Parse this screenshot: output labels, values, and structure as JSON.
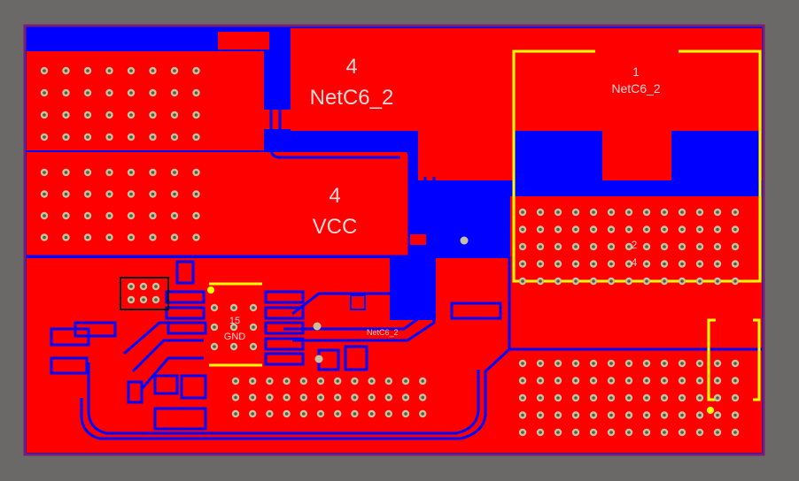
{
  "board": {
    "colors": {
      "background": "#6b6868",
      "outline": "#7a1f6e",
      "top_copper": "#ff0000",
      "bottom_copper": "#0000ff",
      "silkscreen": "#ffff00",
      "via_ring": "#c8c0a0",
      "label_text": "#f4d7d7"
    }
  },
  "labels": {
    "zone_netc6_top_num": "4",
    "zone_netc6_top_name": "NetC6_2",
    "zone_vcc_num": "4",
    "zone_vcc_name": "VCC",
    "zone_netc6_right_num": "1",
    "zone_netc6_right_name": "NetC6_2",
    "gnd_pad_num": "15",
    "gnd_pad_name": "GND",
    "netc6_trace_label": "NetC6_2",
    "right_block_num": "2",
    "right_block_sub": "4"
  }
}
